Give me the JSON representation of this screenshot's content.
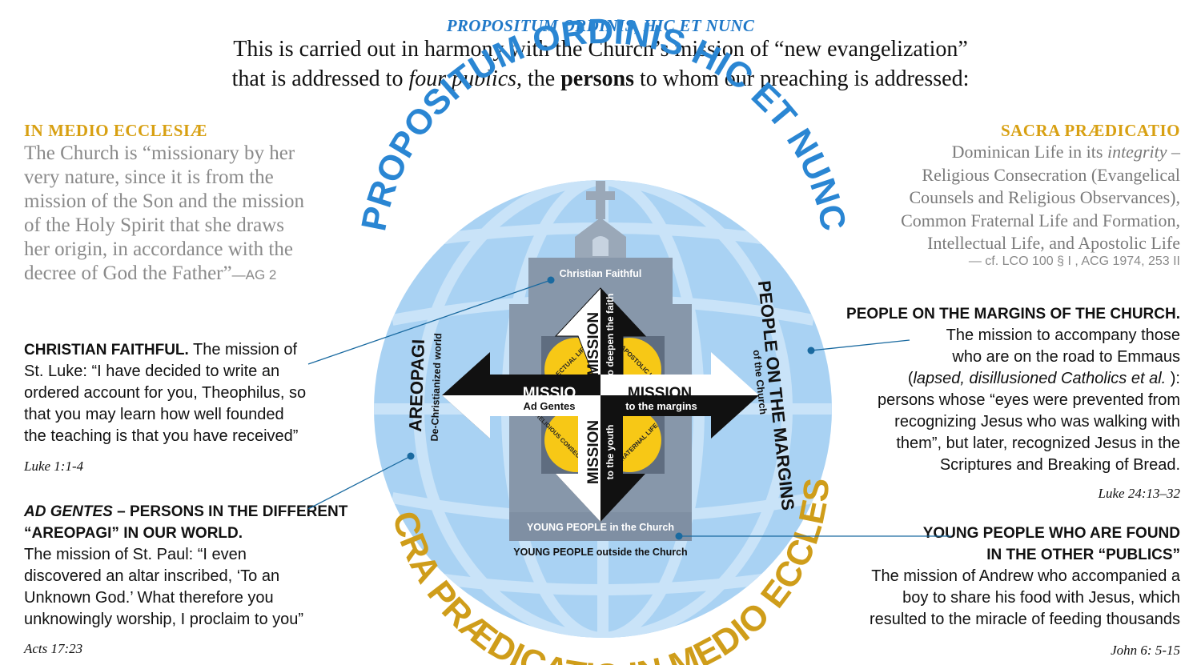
{
  "header": {
    "kicker": "PROPOSITUM ORDINIS, HIC ET NUNC",
    "line1": "This is carried out in harmony with the Church’s mission of “new evangelization”",
    "line2_a": "that is addressed to ",
    "line2_b": "four publics",
    "line2_c": ", the ",
    "line2_d": "persons",
    "line2_e": " to whom our preaching is addressed:"
  },
  "left_top": {
    "heading": "IN MEDIO ECCLESIÆ",
    "lines": [
      "The Church is “missionary by her",
      "very nature, since it is from the",
      "mission of the Son and the mission",
      "of the Holy Spirit that she draws",
      "her origin, in accordance with the",
      "decree of God the Father”"
    ],
    "ref": "—AG 2"
  },
  "right_top": {
    "heading": "SACRA PRÆDICATIO",
    "line1_a": "Dominican Life in its ",
    "line1_b": "integrity",
    "line1_c": " –",
    "lines": [
      "Religious Consecration (Evangelical",
      "Counsels and Religious Observances),",
      "Common Fraternal Life and Formation,",
      "Intellectual Life, and Apostolic Life"
    ],
    "ref": "— cf. LCO 100 § I , ACG 1974, 253 II"
  },
  "christian_faithful": {
    "heading": "CHRISTIAN FAITHFUL.",
    "lines_first": " The mission of",
    "lines": [
      "St. Luke: “I have decided to write an",
      "ordered account for you, Theophilus, so",
      "that you may learn how well founded",
      "the teaching is that you have received”"
    ],
    "cite": "Luke 1:1-4"
  },
  "ad_gentes": {
    "heading_a": "AD GENTES",
    "heading_b": " – PERSONS IN THE DIFFERENT",
    "heading2": "“AREOPAGI” IN OUR WORLD.",
    "lines": [
      "The mission of St. Paul: “I even",
      "discovered an altar inscribed, ‘To an",
      "Unknown God.’ What therefore you",
      "unknowingly worship, I proclaim to you”"
    ],
    "cite": "Acts 17:23"
  },
  "margins": {
    "heading": "PEOPLE ON THE MARGINS OF THE CHURCH.",
    "line1": "The mission to accompany those",
    "line2": "who are on the road to Emmaus",
    "line3_a": "(",
    "line3_b": "lapsed, disillusioned Catholics et al.",
    "line3_c": " ):",
    "lines": [
      "persons whose “eyes were prevented from",
      "recognizing Jesus who was walking with",
      "them”, but later, recognized Jesus in the",
      "Scriptures and Breaking of Bread."
    ],
    "cite": "Luke 24:13–32"
  },
  "young": {
    "heading1": "YOUNG PEOPLE WHO ARE FOUND",
    "heading2": "IN THE OTHER “PUBLICS”",
    "lines": [
      "The mission of Andrew who accompanied a",
      "boy to share his food with Jesus, which",
      "resulted to the miracle of feeding thousands"
    ],
    "cite": "John 6: 5-15"
  },
  "diagram": {
    "arc_top": "PROPOSITUM ORDINIS HIC ET NUNC",
    "arc_bottom": "SACRA PRÆDICATIO IN MEDIO ECCLESIÆ",
    "christian_faithful": "Christian Faithful",
    "young_in": "YOUNG PEOPLE in the Church",
    "young_out": "YOUNG PEOPLE outside the Church",
    "areopagi": "AREOPAGI",
    "dechristianized": "De-Christianized world",
    "margins_big": "PEOPLE ON THE MARGINS",
    "margins_small": "of the Church",
    "mission_up_1": "MISSION",
    "mission_up_2": "to deepen the faith",
    "mission_down_1": "MISSION",
    "mission_down_2": "to the youth",
    "missio_left_1": "MISSIO",
    "missio_left_2": "Ad Gentes",
    "mission_right_1": "MISSION",
    "mission_right_2": "to the margins",
    "q_tl": "INTELLECTUAL LIFE",
    "q_tr": "APOSTOLIC LIFE",
    "q_bl": "RELIGIOUS CONSECRATION",
    "q_br": "FRATERNAL LIFE",
    "colors": {
      "globe": "#a9d2f3",
      "globe_dark": "#8cc1ec",
      "blue_text": "#2a86d3",
      "gold_text": "#cf9d1a",
      "church": "#9aa8b8",
      "yellow": "#f7c816"
    }
  }
}
